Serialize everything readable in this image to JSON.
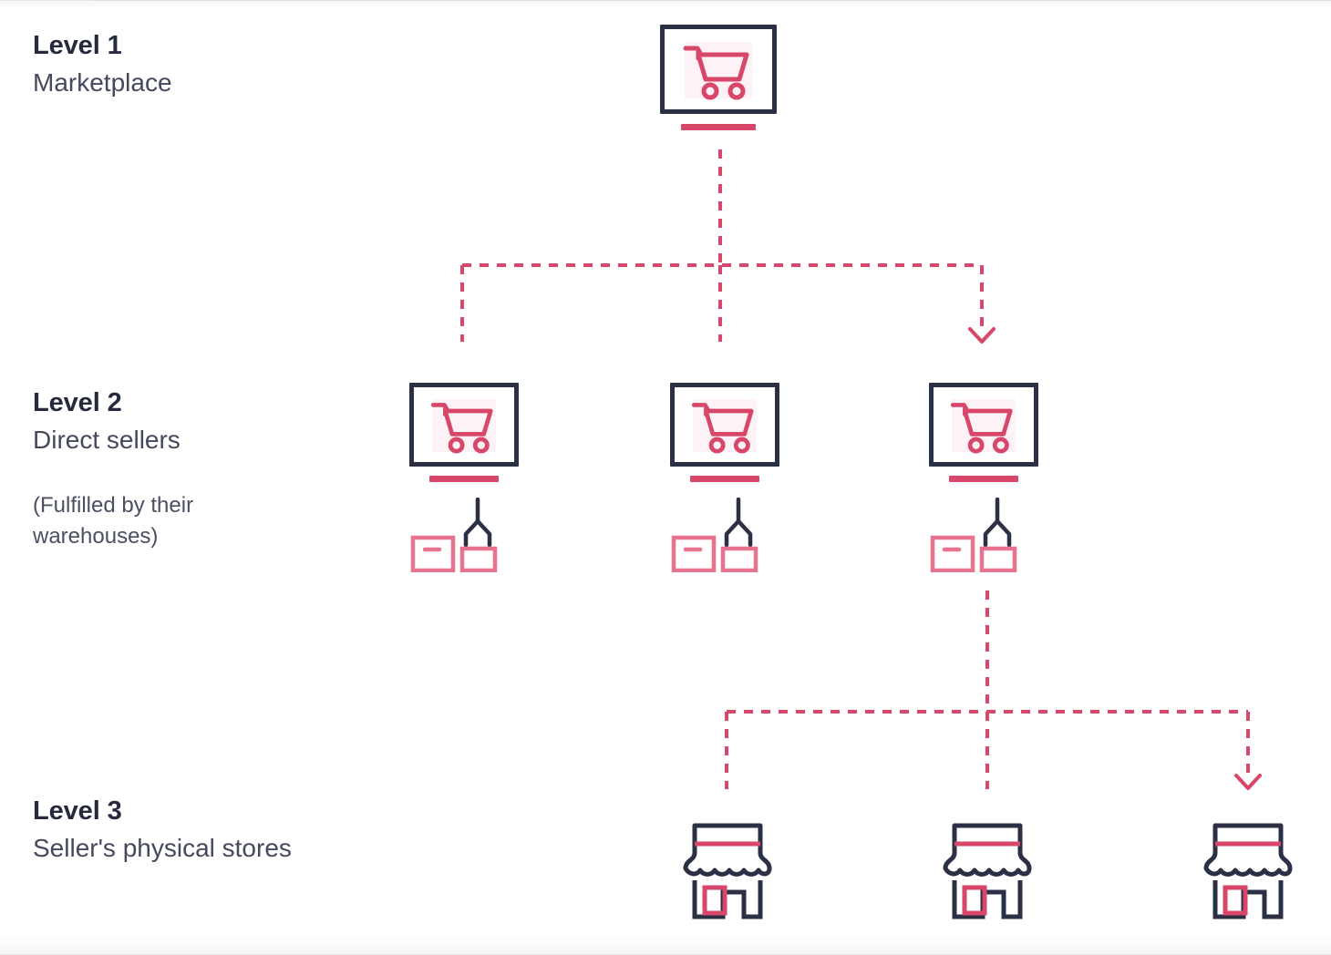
{
  "diagram": {
    "title": "Marketplace seller hierarchy",
    "background": "#ffffff",
    "colors": {
      "navy": "#2b3044",
      "pink": "#d8466a",
      "pink_light": "#e8738f",
      "pink_tint": "#fdf2f5",
      "text_primary": "#252a3d",
      "text_secondary": "#444a5c",
      "connector": "#d8466a"
    },
    "levels": [
      {
        "id": "level-1",
        "title": "Level 1",
        "subtitle": "Marketplace",
        "note": "",
        "node_count": 1,
        "node_type": "monitor-cart",
        "node_label": "Marketplace storefront"
      },
      {
        "id": "level-2",
        "title": "Level 2",
        "subtitle": "Direct sellers",
        "note": "(Fulfilled by their warehouses)",
        "node_count": 3,
        "node_type": "monitor-cart-warehouse",
        "node_label": "Direct seller with warehouse"
      },
      {
        "id": "level-3",
        "title": "Level 3",
        "subtitle": "Seller's physical stores",
        "note": "",
        "node_count": 3,
        "node_type": "storefront",
        "node_label": "Seller physical store"
      }
    ],
    "icons": {
      "monitor": "monitor-icon",
      "cart": "shopping-cart-icon",
      "stand": "monitor-stand-icon",
      "claw": "warehouse-claw-icon",
      "box_large": "warehouse-box-large-icon",
      "box_small": "warehouse-box-small-icon",
      "storefront": "storefront-icon",
      "awning": "store-awning-icon",
      "window": "store-window-icon",
      "door": "store-door-icon",
      "arrow": "arrow-down-icon"
    },
    "connectors": {
      "style": "dashed",
      "dash_pattern": "10 9",
      "stroke_width": 4,
      "top_branch": {
        "from": "level-1",
        "to": "level-2",
        "branch_count": 3,
        "arrow_on": "rightmost"
      },
      "bottom_branch": {
        "from": "level-2 (third node)",
        "to": "level-3",
        "branch_count": 3,
        "arrow_on": "rightmost"
      }
    }
  }
}
